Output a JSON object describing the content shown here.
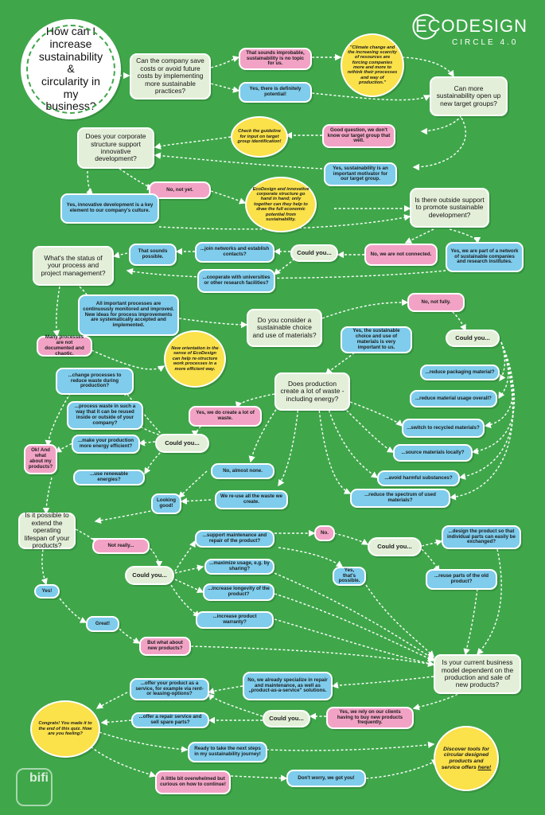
{
  "brand": {
    "title": "ECODESIGN",
    "subtitle": "CIRCLE 4.0"
  },
  "logo_text": "bifi",
  "start_question": [
    "How can I",
    "increase",
    "sustainability &",
    "circularity in my",
    "business?"
  ],
  "nodes": {
    "q_save_costs": "Can the company save costs or avoid future costs by implementing more sustainable practices?",
    "a_improbable": "That sounds improbable, sustainability is no topic for us.",
    "a_definitely": "Yes, there is definitely potential!",
    "y_climate": "\"Climate change and the increasing scarcity of resources are forcing companies more and more to rethink their processes and way of production.\"",
    "q_target_groups": "Can more sustainability open up new target groups?",
    "y_check_guideline": "Check the guideline for input on target group identification!",
    "a_good_question": "Good question, we don't know our target group that well.",
    "q_corporate_structure": "Does your corporate structure support innovative development?",
    "a_motivator": "Yes, sustainability is an important motivator for our target group.",
    "a_not_yet": "No, not yet.",
    "y_ecodesign_hand": "EcoDesign and innovative corporate structure go hand in hand; only together can they help to draw the full economic potential from sustainability.",
    "a_innovative_yes": "Yes, innovative development is a key element to our company's culture.",
    "q_outside_support": "Is there outside support to promote sustainable development?",
    "a_not_connected": "No, we are not connected.",
    "a_part_network": "Yes, we are part of a network of sustainable companies and research institutes.",
    "cy_support": "Could you...",
    "a_join_networks": "...join networks and establish contacts?",
    "a_cooperate": "...cooperate with universities or other research facilities?",
    "a_sounds_possible": "That sounds possible.",
    "q_process_status": "What's the status of your process and project management?",
    "a_processes_monitored": "All important processes are continuously monitored and improved. New ideas for process improvements are systematically accepted and implemented.",
    "a_not_documented": "Many processes are not documented and chaotic.",
    "y_new_orientation": "New orientation in the sense of EcoDesign can help re-structure work processes in a more efficient way.",
    "q_materials": "Do you consider a sustainable choice and use of materials?",
    "a_not_fully": "No, not fully.",
    "a_sustainable_choice": "Yes, the sustainable choice and use of materials is very important to us.",
    "cy_materials": "Could you...",
    "a_packaging": "...reduce packaging material?",
    "a_material_usage": "...reduce material usage overall?",
    "a_recycled": "...switch to recycled materials?",
    "a_locally": "...source materials locally?",
    "a_harmful": "...avoid harmful substances?",
    "a_spectrum": "...reduce the spectrum of used materials?",
    "q_waste": "Does production create a lot of waste - including energy?",
    "a_lot_waste": "Yes, we do create a lot of waste.",
    "cy_waste": "Could you...",
    "a_change_processes": "...change processes to reduce waste during production?",
    "a_process_waste": "...process waste in such a way that it can be reused inside or outside of your company?",
    "a_energy_efficient": "...make your production more energy efficient?",
    "a_renewable": "...use renewable energies?",
    "a_ok_and": "Ok! And what about my products?",
    "a_almost_none": "No, almost none.",
    "a_reuse_waste": "We re-use all the waste we create.",
    "a_looking_good": "Looking good!",
    "q_lifespan": "Is it possible to extend the operating lifespan of your products?",
    "a_not_really": "Not really...",
    "cy_lifespan": "Could you...",
    "a_maintenance": "...support maintenance and repair of the product?",
    "a_maximize_usage": "...maximize usage, e.g. by sharing?",
    "a_longevity": "...increase longevity of the product?",
    "a_warranty": "...increase product warranty?",
    "a_no_short": "No.",
    "cy_repair": "Could you...",
    "a_design_parts": "...design the product so that individual parts can easily be exchanged?",
    "a_reuse_parts": "...reuse parts of the old product?",
    "a_yes_possible": "Yes, that's possible.",
    "a_yes_lifespan": "Yes!",
    "a_great": "Great!",
    "a_new_products": "But what about new products?",
    "q_business_model": "Is your current business model dependent on the production and sale of new products?",
    "a_specialize": "No, we already specialize in repair and maintenance, as well as „product-as-a-service\" solutions.",
    "a_rely_clients": "Yes, we rely on our clients having to buy new products frequently.",
    "cy_business": "Could you...",
    "a_offer_service": "...offer your product as a service, for example via rent- or leasing-options?",
    "a_repair_service": "...offer a repair service and sell spare parts?",
    "y_congrats": "Congrats! You made it to the end of this quiz. How are you feeling?",
    "a_ready": "Ready to take the next steps in my sustainability journey!",
    "a_overwhelmed": "A little bit overwhelmed but curious on how to continue!",
    "a_dont_worry": "Don't worry, we got you!",
    "y_discover": "Discover tools for circular designed products and service offers",
    "y_discover_link": "here!"
  }
}
